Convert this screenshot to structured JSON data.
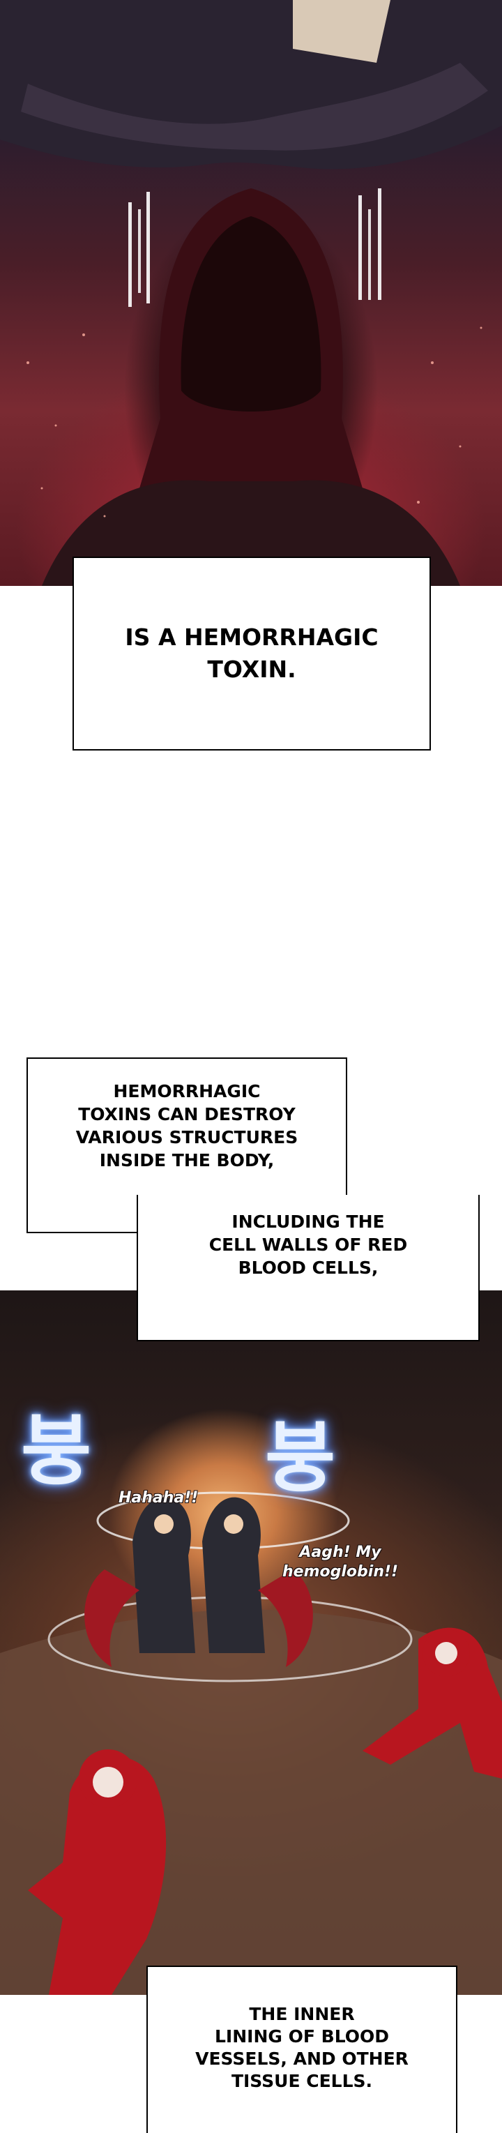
{
  "captions": {
    "first": "IS A HEMORRHAGIC\nTOXIN.",
    "second": "Hemorrhagic\ntoxins can destroy\nvarious structures\ninside the body,",
    "third": "including the\ncell walls of red\nblood cells,",
    "fourth": "THE INNER\nLINING OF BLOOD\nVESSELS, AND OTHER\nTISSUE CELLS."
  },
  "sfx": {
    "left": "붕",
    "right": "붕"
  },
  "speech": {
    "laugh": "Hahaha!!",
    "cry": "Aagh! My\nhemoglobin!!"
  }
}
